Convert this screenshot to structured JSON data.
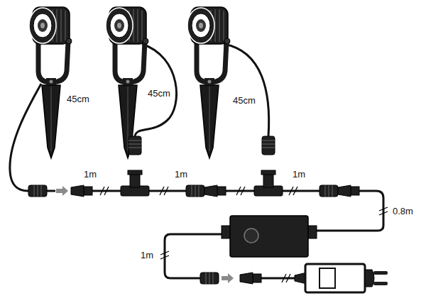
{
  "diagram": {
    "labels": [
      "45cm",
      "45cm",
      "45cm",
      "1m",
      "1m",
      "1m",
      "0.8m",
      "1m"
    ]
  }
}
